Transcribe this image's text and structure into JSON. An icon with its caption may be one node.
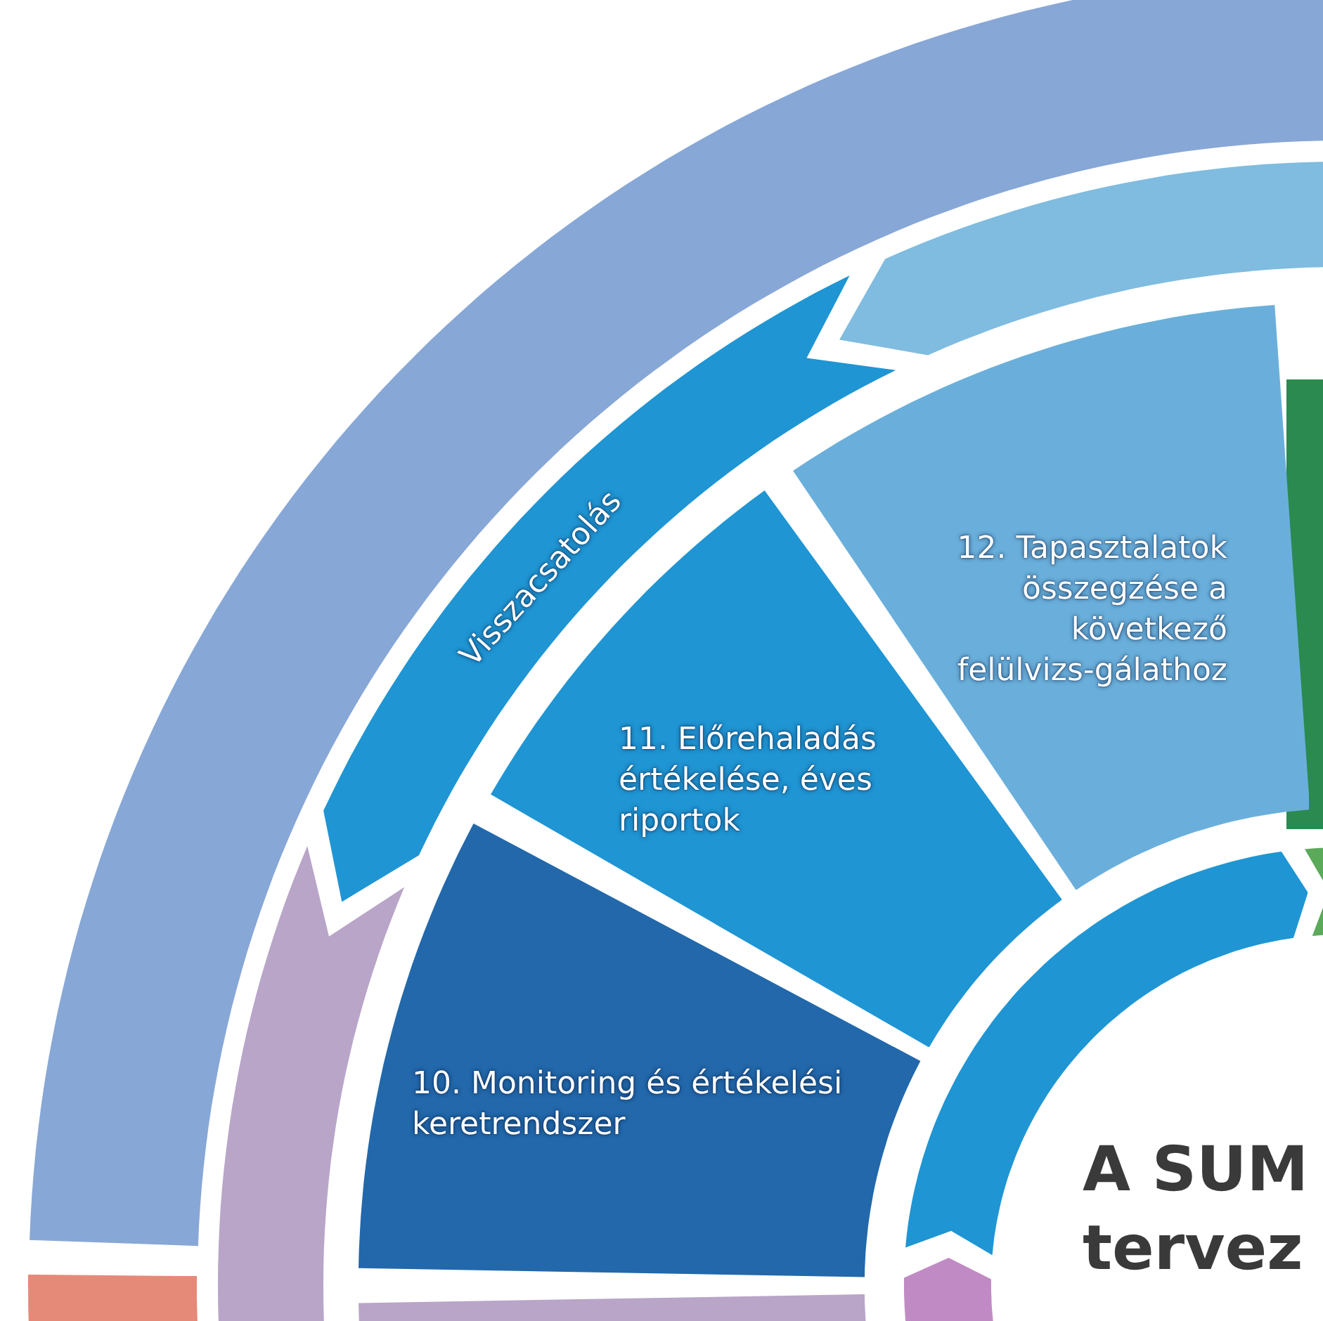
{
  "diagram": {
    "nodes": [
      {
        "text": [],
        "shape": "band"
      },
      {
        "text": [],
        "shape": "band"
      },
      {
        "text": [
          "Visszacsatolás"
        ]
      },
      {
        "text": [],
        "shape": "band"
      },
      {
        "text": [],
        "shape": "band"
      },
      {
        "text": [],
        "shape": "box"
      },
      {
        "text": [
          "12. Tapasztalatok összegzése a következő felülvizs-gálathoz"
        ]
      },
      {
        "text": [
          "11. Előrehaladás értékelése, éves riportok"
        ]
      },
      {
        "text": [
          "10. Monitoring és értékelési keretrendszer"
        ]
      },
      {
        "text": [],
        "shape": "band"
      },
      {
        "text": [],
        "shape": "band"
      },
      {
        "text": [],
        "shape": "band"
      },
      {
        "text": [],
        "shape": "band"
      }
    ],
    "labels": [
      "A SUM tervez"
    ]
  }
}
